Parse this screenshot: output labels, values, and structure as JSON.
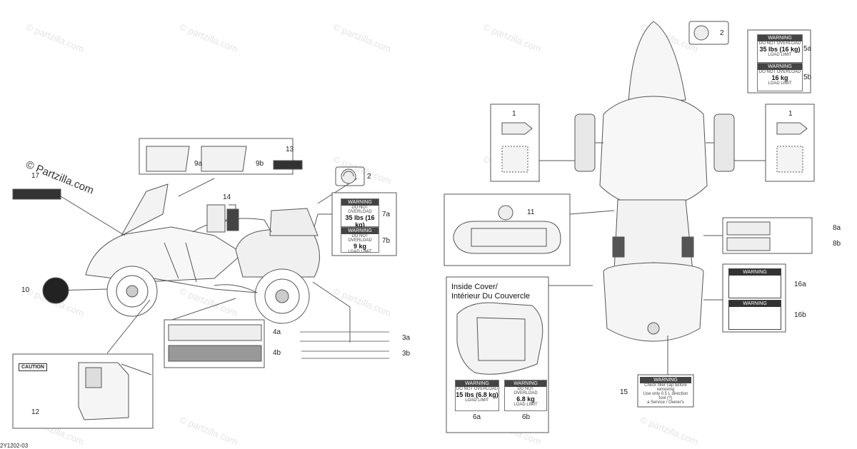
{
  "watermark": {
    "text": "© Partzilla.com",
    "repeat": "© partzilla.com"
  },
  "drawing_id": "2Y1202-03",
  "inside_cover": {
    "line1": "Inside Cover/",
    "line2": "Intérieur Du Couvercle"
  },
  "callouts_left": {
    "c17": "17",
    "c14": "14",
    "c13": "13",
    "c9a": "9a",
    "c9b": "9b",
    "c2": "2",
    "c7a": "7a",
    "c7b": "7b",
    "c10": "10",
    "c4a": "4a",
    "c4b": "4b",
    "c3a": "3a",
    "c3b": "3b",
    "c12": "12"
  },
  "callouts_right": {
    "c2": "2",
    "c5a": "5a",
    "c5b": "5b",
    "c1l": "1",
    "c1r": "1",
    "c11": "11",
    "c8a": "8a",
    "c8b": "8b",
    "c16a": "16a",
    "c16b": "16b",
    "c15": "15",
    "c6a": "6a",
    "c6b": "6b"
  },
  "decals": {
    "warning": "WARNING",
    "caution": "CAUTION",
    "load_limit": "LOAD LIMIT",
    "do_not_overload": "DO NOT OVERLOAD",
    "w7a_value": "35 lbs (16 kg)",
    "w7b_value": "9 kg",
    "w5a_value": "35 lbs (16 kg)",
    "w5b_value": "16 kg",
    "w6a_value": "15 lbs (6.8 kg)",
    "w6b_value": "6.8 kg",
    "w15_line1": "Check filler cap before removing",
    "w15_line2": "Use only 0.5 L direction tool (?)",
    "w15_line3": "a Service / Owner's"
  }
}
